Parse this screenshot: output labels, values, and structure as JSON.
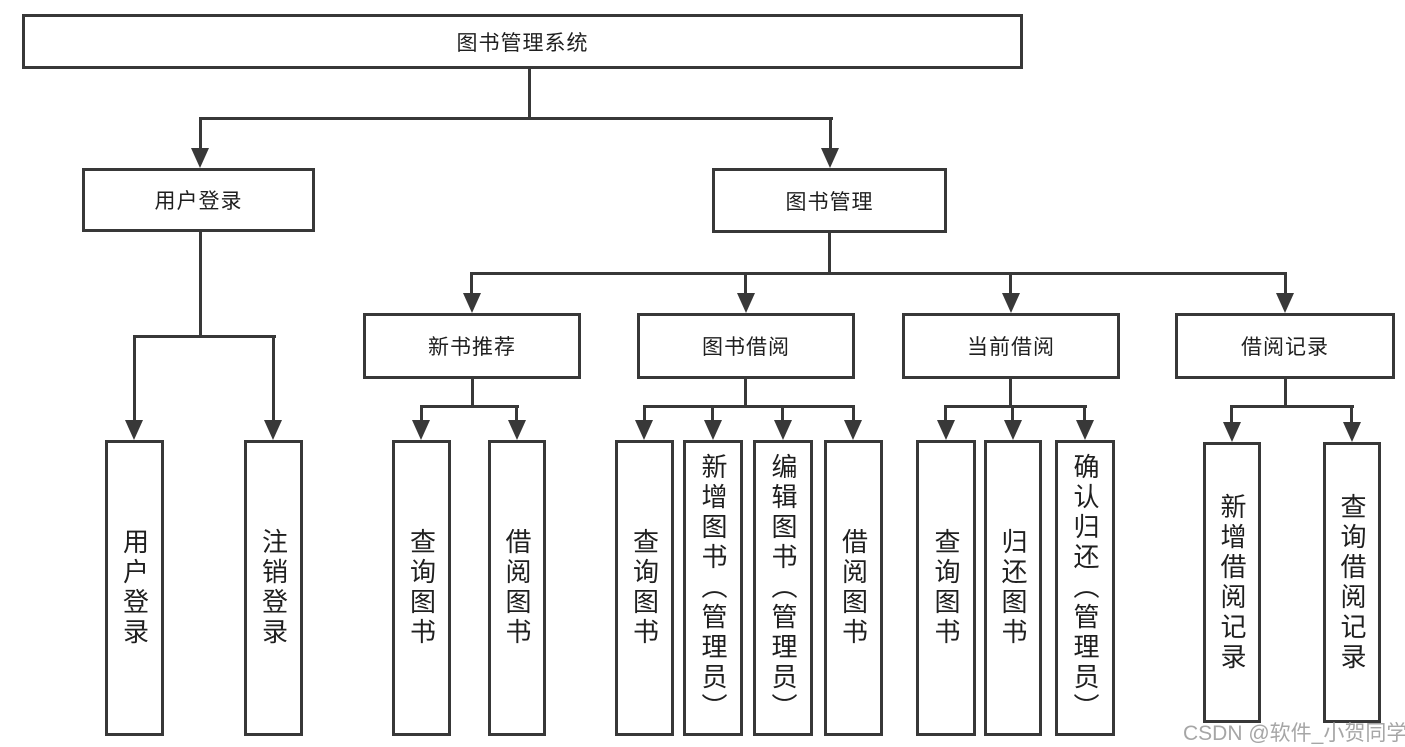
{
  "nodes": {
    "root": "图书管理系统",
    "level1": [
      "用户登录",
      "图书管理"
    ],
    "level2": [
      "新书推荐",
      "图书借阅",
      "当前借阅",
      "借阅记录"
    ],
    "leaves": [
      "用户登录",
      "注销登录",
      "查询图书",
      "借阅图书",
      "查询图书",
      "新增图书（管理员）",
      "编辑图书（管理员）",
      "借阅图书",
      "查询图书",
      "归还图书",
      "确认归还（管理员）",
      "新增借阅记录",
      "查询借阅记录"
    ]
  },
  "watermark": "CSDN @软件_小贺同学",
  "colors": {
    "line": "#383838",
    "text": "#1f1f1f",
    "watermark": "#a6a6a6",
    "background": "#ffffff"
  }
}
